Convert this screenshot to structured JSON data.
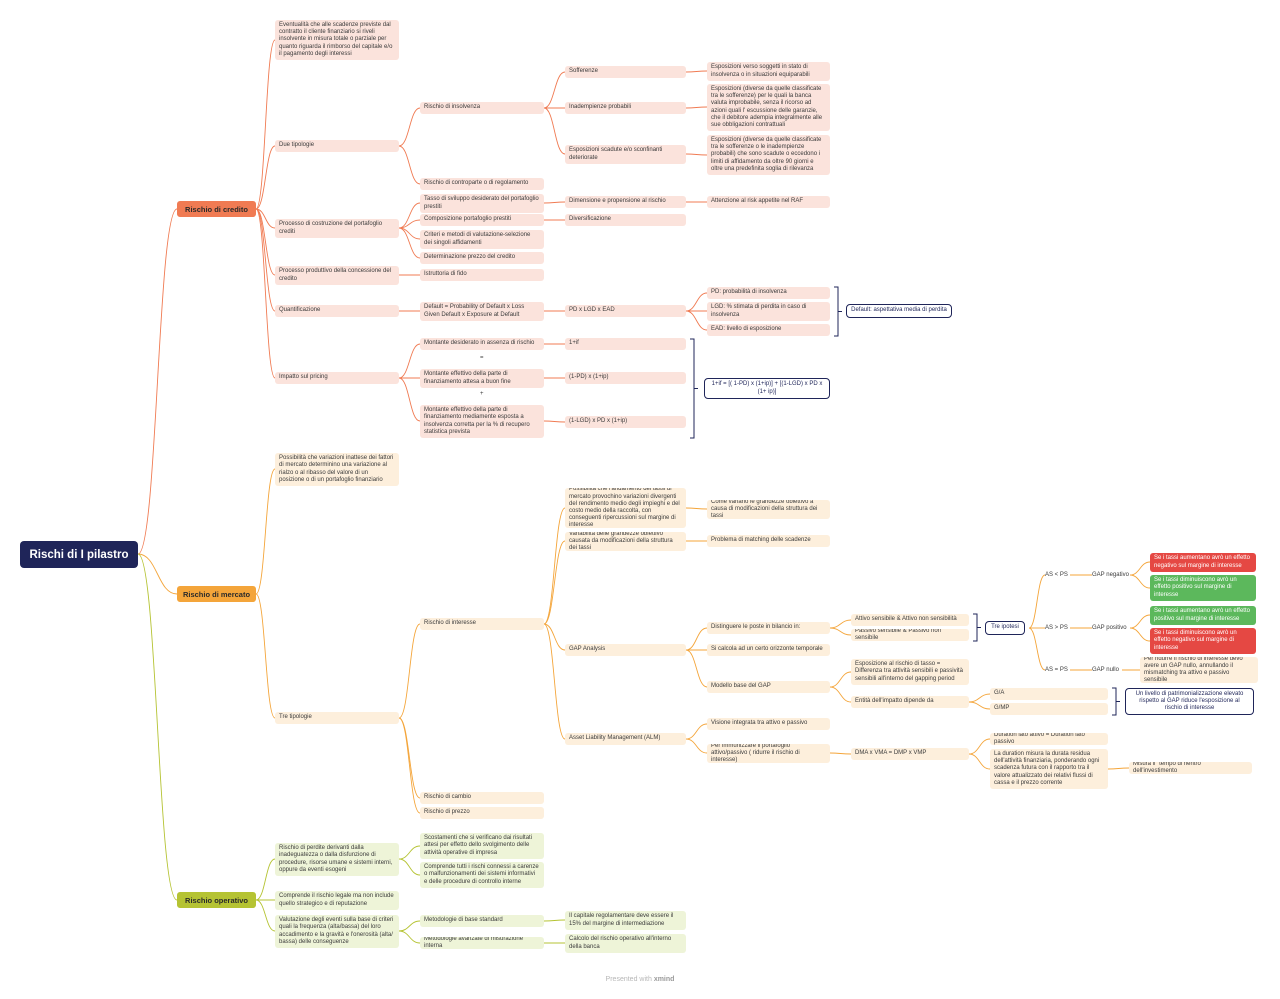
{
  "root": "Rischi di I pilastro",
  "credito": {
    "label": "Rischio di credito",
    "definizione": "Eventualità che alle scadenze previste dal contratto il cliente finanziario si riveli insolvente in misura totale o parziale per quanto riguarda il rimborso del capitale e/o il pagamento degli interessi",
    "due_tipologie": "Due tipologie",
    "rischio_insolvenza": "Rischio di insolvenza",
    "sofferenze": "Sofferenze",
    "sofferenze_desc": "Esposizioni verso soggetti in stato di insolvenza o in situazioni equiparabili",
    "inadempienze": "Inadempienze probabili",
    "inadempienze_desc": "Esposizioni (diverse da quelle classificate tra le sofferenze) per le quali la banca valuta improbabile, senza il ricorso ad azioni quali l' escussione delle garanzie, che il debitore adempia integralmente alle sue obbligazioni contrattuali",
    "scadute": "Esposizioni scadute e/o sconfinanti deteriorate",
    "scadute_desc": "Esposizioni (diverse da quelle classificate tra le sofferenze o le inadempienze probabili) che sono scadute o eccedono i limiti di affidamento da oltre 90 giorni e oltre una predefinita soglia di rilevanza",
    "controparte": "Rischio di controparte o di regolamento",
    "processo_costruzione": "Processo di costruzione del portafoglio crediti",
    "tasso_sviluppo": "Tasso di sviluppo desiderato del portafoglio prestiti",
    "dimensione": "Dimensione e propensione al rischio",
    "attenzione": "Attenzione al risk appetite nel RAF",
    "composizione": "Composizione portafoglio prestiti",
    "diversificazione": "Diversificazione",
    "criteri": "Criteri e metodi di valutazione-selezione dei singoli affidamenti",
    "determinazione": "Determinazione prezzo del credito",
    "processo_produttivo": "Processo produttivo della concessione del credito",
    "istruttoria": "Istruttoria di fido",
    "quantificazione": "Quantificazione",
    "formula_default": "Default = Probability of Default x Loss Given Default x Exposure at Default",
    "pd_lgd_ead": "PD x LGD x EAD",
    "pd": "PD: probabilità di insolvenza",
    "lgd": "LGD: % stimata di perdita in caso di insolvenza",
    "ead": "EAD: livello di esposizione",
    "default_summary": "Default: aspettativa media di perdita",
    "impatto": "Impatto sul pricing",
    "montante_desiderato": "Montante desiderato in assenza di rischio",
    "eq_sign": "=",
    "plus_sign": "+",
    "montante_effettivo_1": "Montante effettivo della parte di finanziamento attesa a buon fine",
    "montante_effettivo_2": "Montante effettivo della parte di finanziamento mediamente esposta a insolvenza corretta per la % di recupero statistica prevista",
    "f1": "1+if",
    "f2": "(1-PD) x (1+ip)",
    "f3": "(1-LGD) x PD x (1+ip)",
    "formula_summary": "1+if = [( 1-PD) x (1+ip)] + [(1-LGD) x PD x (1+ ip)]"
  },
  "mercato": {
    "label": "Rischio di mercato",
    "definizione": "Possibilità che variazioni inattese dei fattori di mercato determinino una variazione al rialzo o al ribasso del valore di un posizione o di un portafoglio finanziario",
    "tre_tipologie": "Tre tipologie",
    "interesse": "Rischio di interesse",
    "interesse_def": "Possibilità che l'andamento dei tassi di mercato provochino variazioni divergenti del rendimento medio degli impieghi e del costo medio della raccolta, con conseguenti ripercussioni sul margine di interesse",
    "come_variano": "Come variano le grandezze obiettivo a causa di modificazioni della struttura dei tassi",
    "variabilita": "Variabilità delle grandezze obiettivo causata da modificazioni della struttura dei tassi",
    "matching": "Problema di matching delle scadenze",
    "gap_analysis": "GAP Analysis",
    "distinguere": "Distinguere le poste in bilancio in:",
    "attivo_sens": "Attivo sensibile & Attivo non sensibilità",
    "passivo_sens": "Passivo sensibile & Passivo non sensibile",
    "tre_ipotesi": "Tre ipotesi",
    "as_lt_ps": "AS < PS",
    "as_gt_ps": "AS > PS",
    "as_eq_ps": "AS = PS",
    "gap_negativo": "GAP negativo",
    "gap_positivo": "GAP positivo",
    "gap_nullo": "GAP nullo",
    "neg_1": "Se i tassi aumentano avrò un effetto negativo sul margine di interesse",
    "neg_2": "Se i tassi diminuiscono avrò un effetto positivo sul margine di interesse",
    "pos_1": "Se i tassi aumentano avrò un effetto positivo sul margine di interesse",
    "pos_2": "Se i tassi diminuiscono avrò un effetto negativo sul margine di interesse",
    "nullo_desc": "Per ridurre il rischio di interesse devo avere un GAP nullo, annullando il mismatching tra attivo e passivo sensibile",
    "orizzonte": "Si calcola ad un certo orizzonte temporale",
    "modello_base": "Modello base del GAP",
    "esposizione_tasso": "Esposizione al rischio di tasso = Differenza tra attività sensibili e passività sensibili all'interno del gapping period",
    "entita": "Entità dell'impatto dipende da",
    "ga": "G/A",
    "gmp": "G/MP",
    "patrimonializzazione": "Un livello di patrimonializzazione elevato rispetto al GAP riduce l'esposizione al rischio di interesse",
    "alm": "Asset Liability Management (ALM)",
    "visione": "Visione integrata tra attivo e passivo",
    "immunizzare": "Per immunizzare il portafoglio attivo/passivo ( ridurre il rischio di interesse)",
    "dma": "DMA x VMA = DMP x VMP",
    "duration_eq": "Duration lato attivo = Duration lato passivo",
    "duration_desc": "La duration misura la durata residua dell'attività finanziaria, ponderando ogni scadenza futura con il rapporto tra il valore attualizzato dei relativi flussi di cassa e il prezzo corrente",
    "tempo_rientro": "Misura il \"tempo di rientro\" dell'investimento",
    "cambio": "Rischio di cambio",
    "prezzo": "Rischio di prezzo"
  },
  "operativo": {
    "label": "Rischio operativo",
    "definizione": "Rischio di perdite derivanti dalla inadeguatezza o dalla disfunzione di procedure, risorse umane e sistemi interni, oppure da eventi esogeni",
    "scostamenti": "Scostamenti che si verificano dai risultati attesi per effetto dello svolgimento delle attività operative di impresa",
    "comprende_tutti": "Comprende tutti i rischi connessi a carenze o malfunzionamenti dei sistemi informativi e delle procedure di controllo interne",
    "legale": "Comprende il rischio legale ma non include quello strategico e di reputazione",
    "valutazione": "Valutazione degli eventi sulla base di criteri quali la frequenza (alta/bassa) del loro accadimento e la gravità e l'onerosità (alta/ bassa) delle conseguenze",
    "base_standard": "Metodologie di base standard",
    "base_desc": "Il capitale regolamentare deve essere il 15% del margine di intermediazione",
    "avanzate": "Metodologie avanzate di misurazione interna",
    "avanzate_desc": "Calcolo del rischio operativo all'interno della banca"
  },
  "footer": {
    "prefix": "Presented with",
    "brand": "xmind"
  },
  "colors": {
    "root": "#1f2559",
    "credito": "#f07b53",
    "mercato": "#f4a53a",
    "operativo": "#b5c333",
    "red": "#e54843",
    "green": "#5cb85c"
  }
}
